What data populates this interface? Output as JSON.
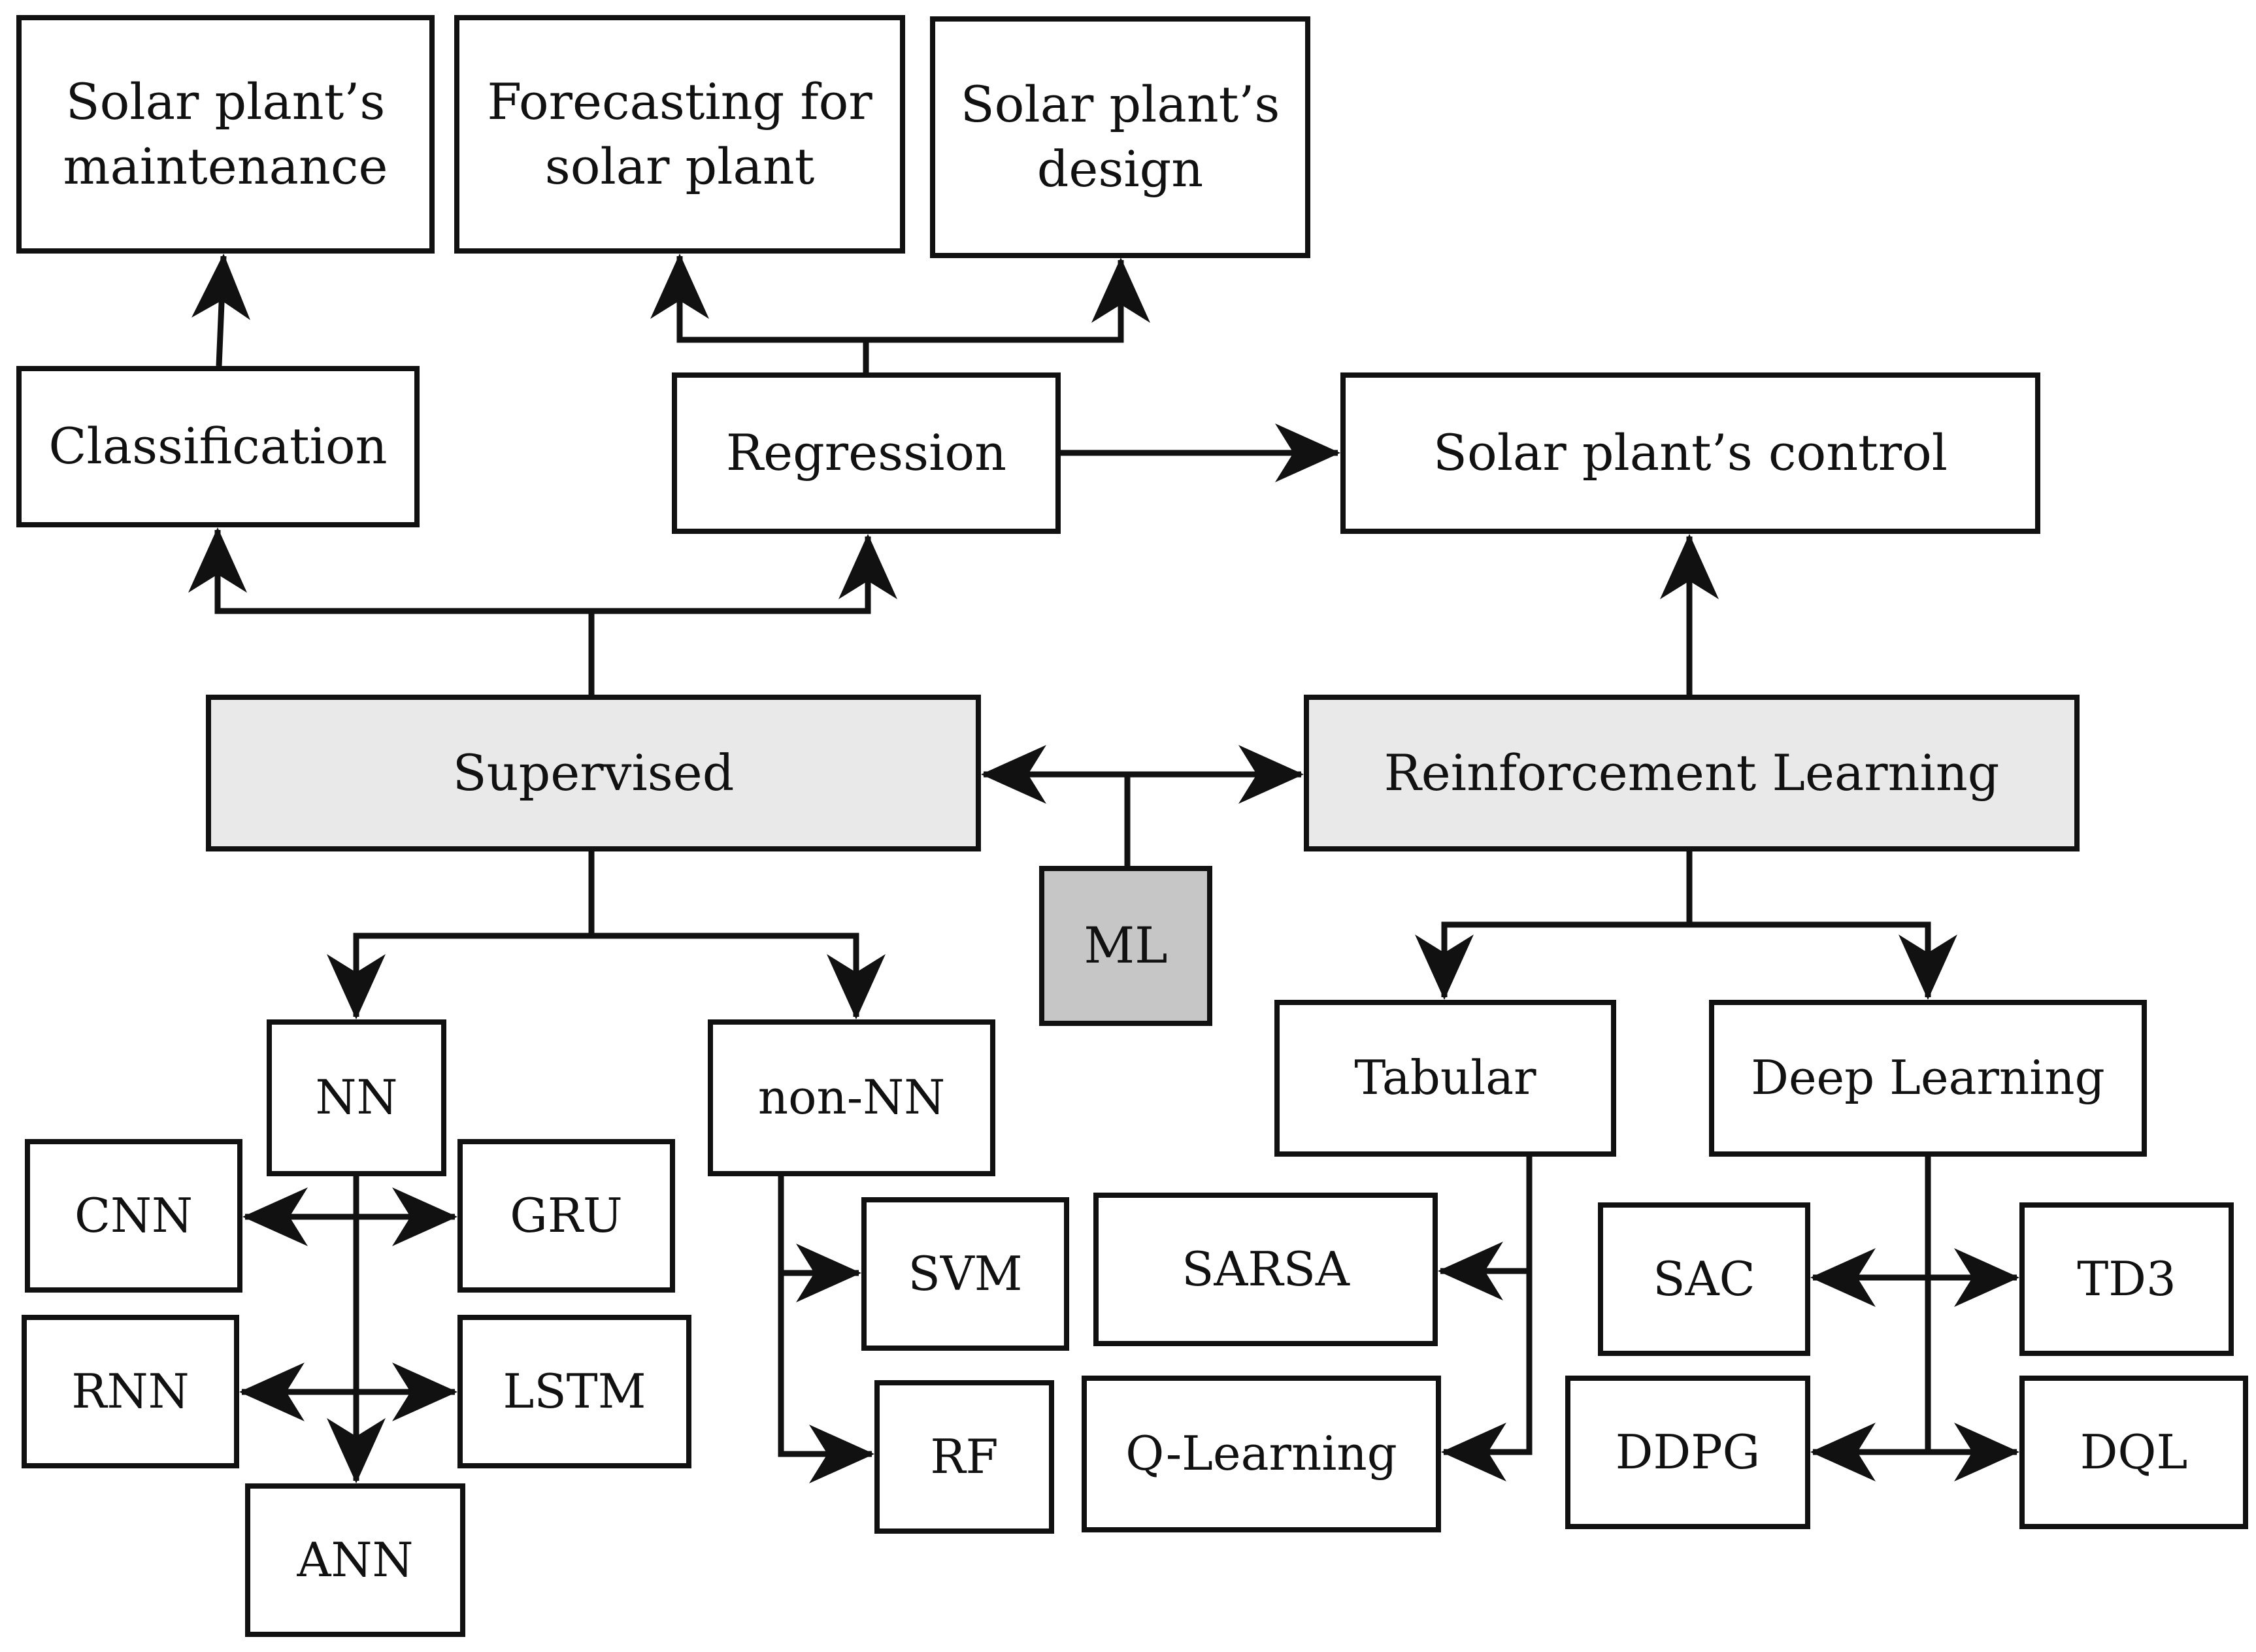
{
  "diagram": {
    "title": "",
    "colors": {
      "line": "#111111",
      "box_fill": "#ffffff",
      "category_fill": "#e9e9e9",
      "root_fill": "#c6c6c6"
    },
    "nodes": {
      "maintenance": "Solar plant’s\nmaintenance",
      "forecasting": "Forecasting for\nsolar plant",
      "design": "Solar plant’s\ndesign",
      "classification": "Classification",
      "regression": "Regression",
      "control": "Solar plant’s control",
      "supervised": "Supervised",
      "reinforcement": "Reinforcement Learning",
      "ml": "ML",
      "nn": "NN",
      "non_nn": "non-NN",
      "tabular": "Tabular",
      "deep_learning": "Deep Learning",
      "cnn": "CNN",
      "gru": "GRU",
      "rnn": "RNN",
      "lstm": "LSTM",
      "ann": "ANN",
      "svm": "SVM",
      "rf": "RF",
      "sarsa": "SARSA",
      "q_learning": "Q-Learning",
      "sac": "SAC",
      "td3": "TD3",
      "ddpg": "DDPG",
      "dql": "DQL"
    },
    "edges": [
      {
        "from": "ml",
        "to": "supervised"
      },
      {
        "from": "ml",
        "to": "reinforcement"
      },
      {
        "from": "supervised",
        "to": "classification"
      },
      {
        "from": "supervised",
        "to": "regression"
      },
      {
        "from": "supervised",
        "to": "nn"
      },
      {
        "from": "supervised",
        "to": "non_nn"
      },
      {
        "from": "classification",
        "to": "maintenance"
      },
      {
        "from": "regression",
        "to": "forecasting"
      },
      {
        "from": "regression",
        "to": "design"
      },
      {
        "from": "regression",
        "to": "control"
      },
      {
        "from": "reinforcement",
        "to": "control"
      },
      {
        "from": "reinforcement",
        "to": "tabular"
      },
      {
        "from": "reinforcement",
        "to": "deep_learning"
      },
      {
        "from": "nn",
        "to": "cnn"
      },
      {
        "from": "nn",
        "to": "gru"
      },
      {
        "from": "nn",
        "to": "rnn"
      },
      {
        "from": "nn",
        "to": "lstm"
      },
      {
        "from": "nn",
        "to": "ann"
      },
      {
        "from": "non_nn",
        "to": "svm"
      },
      {
        "from": "non_nn",
        "to": "rf"
      },
      {
        "from": "tabular",
        "to": "sarsa"
      },
      {
        "from": "tabular",
        "to": "q_learning"
      },
      {
        "from": "deep_learning",
        "to": "sac"
      },
      {
        "from": "deep_learning",
        "to": "td3"
      },
      {
        "from": "deep_learning",
        "to": "ddpg"
      },
      {
        "from": "deep_learning",
        "to": "dql"
      }
    ]
  }
}
